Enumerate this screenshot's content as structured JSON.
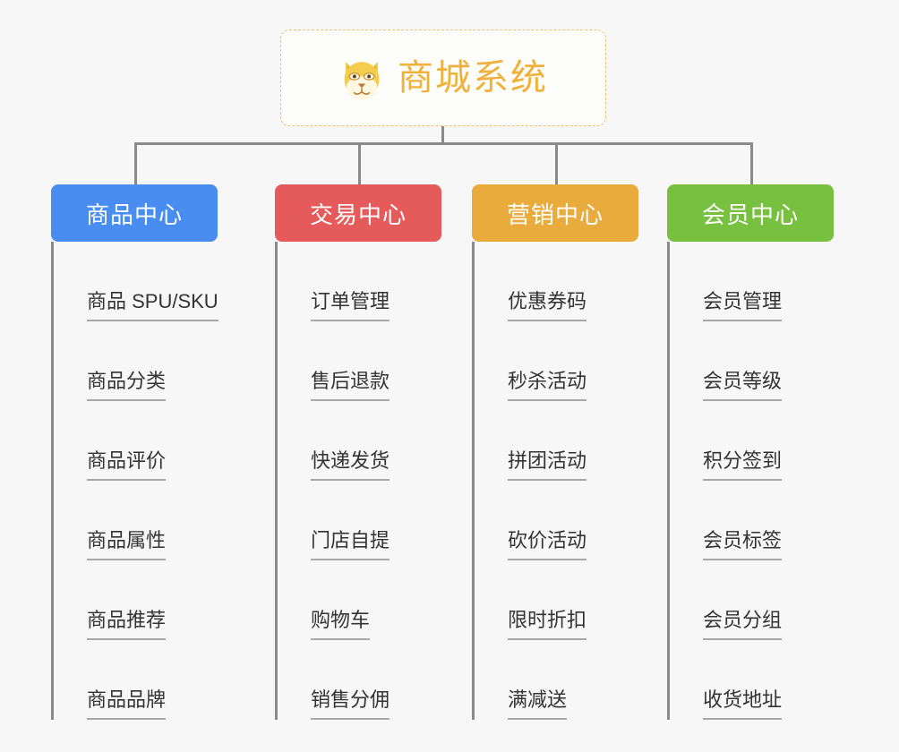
{
  "root": {
    "title": "商城系统",
    "icon": "shiba-dog-face-emoji",
    "border_color": "#e8c069",
    "text_color": "#f0b13b"
  },
  "columns": [
    {
      "id": "product-center",
      "header": "商品中心",
      "color": "#4a8df0",
      "items": [
        "商品 SPU/SKU",
        "商品分类",
        "商品评价",
        "商品属性",
        "商品推荐",
        "商品品牌"
      ]
    },
    {
      "id": "trade-center",
      "header": "交易中心",
      "color": "#e55a5a",
      "items": [
        "订单管理",
        "售后退款",
        "快递发货",
        "门店自提",
        "购物车",
        "销售分佣"
      ]
    },
    {
      "id": "marketing-center",
      "header": "营销中心",
      "color": "#e8ab3c",
      "items": [
        "优惠券码",
        "秒杀活动",
        "拼团活动",
        "砍价活动",
        "限时折扣",
        "满减送"
      ]
    },
    {
      "id": "member-center",
      "header": "会员中心",
      "color": "#78c040",
      "items": [
        "会员管理",
        "会员等级",
        "积分签到",
        "会员标签",
        "会员分组",
        "收货地址"
      ]
    }
  ],
  "connector_color": "#8a8a8a",
  "underline_color": "#a8a8a8",
  "background_color": "#f7f7f7"
}
